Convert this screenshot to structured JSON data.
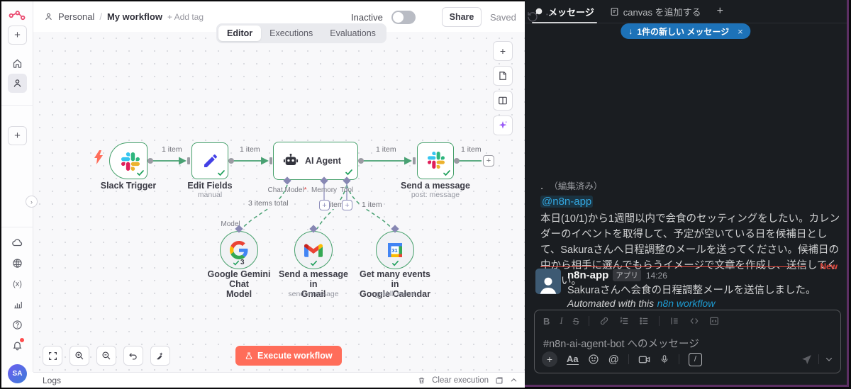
{
  "n8n": {
    "header": {
      "project": "Personal",
      "sep": "/",
      "workflow": "My workflow",
      "add_tag": "+ Add tag",
      "inactive": "Inactive",
      "share": "Share",
      "saved": "Saved"
    },
    "tabs": {
      "editor": "Editor",
      "executions": "Executions",
      "evaluations": "Evaluations"
    },
    "canvas": {
      "nodes": {
        "slack_trigger": {
          "label": "Slack Trigger"
        },
        "edit_fields": {
          "label": "Edit Fields",
          "subtitle": "manual"
        },
        "ai_agent": {
          "label": "AI Agent"
        },
        "send_message": {
          "label": "Send a message",
          "subtitle": "post: message"
        },
        "gemini": {
          "label1": "Google Gemini Chat",
          "label2": "Model",
          "count": "3"
        },
        "gmail": {
          "label1": "Send a message in",
          "label2": "Gmail",
          "subtitle": "send: message"
        },
        "calendar": {
          "label1": "Get many events in",
          "label2": "Google Calendar",
          "subtitle": "getAll: event"
        }
      },
      "ports": {
        "chat_model": "Chat Model",
        "required": "*",
        "memory": "Memory",
        "tool": "Tool",
        "model": "Model"
      },
      "edge_labels": {
        "e1": "1 item",
        "e2": "1 item",
        "e3": "1 item",
        "e4": "1 item",
        "gemini": "3 items total",
        "gmail": "1 item",
        "calendar": "1 item"
      },
      "execute": "Execute workflow"
    },
    "footer": {
      "logs": "Logs",
      "clear": "Clear execution"
    },
    "sidebar": {
      "avatar": "SA"
    }
  },
  "slack": {
    "tabs": {
      "messages": "メッセージ",
      "canvas": "canvas を追加する",
      "add": "+"
    },
    "banner": {
      "arrow": "↓",
      "text": "1件の新しい メッセージ",
      "close": "×"
    },
    "msg1": {
      "dot": ".",
      "edited": "（編集済み）",
      "mention": "@n8n-app",
      "body": "本日(10/1)から1週間以内で会食のセッティングをしたい。カレンダーのイベントを取得して、予定が空いている日を候補日として、Sakuraさんへ日程調整のメールを送ってください。候補日の中から相手に選んでもらうイメージで文章を作成し、送信してください。"
    },
    "divider": {
      "new": "New"
    },
    "msg2": {
      "author": "n8n-app",
      "badge": "アプリ",
      "time": "14:26",
      "body": "Sakuraさんへ会食の日程調整メールを送信しました。",
      "footer_text": "Automated with this",
      "footer_link": "n8n workflow"
    },
    "composer": {
      "placeholder": "#n8n-ai-agent-bot へのメッセージ"
    }
  },
  "icons": {
    "plus": "+",
    "ellipsis": "⋯",
    "chevron_right": "›",
    "bold": "B",
    "italic": "I",
    "strike": "S",
    "aa": "Aa",
    "at": "@",
    "slash": "/",
    "variables": "(x)",
    "help": "?"
  },
  "colors": {
    "n8n_accent": "#ff6d5a",
    "node_green": "#46a06b",
    "slack_blue": "#1d72b8",
    "mention_blue": "#34a6df",
    "link_blue": "#1d9bd1",
    "new_red": "#e2473c",
    "window_purple": "#5c2f63"
  }
}
